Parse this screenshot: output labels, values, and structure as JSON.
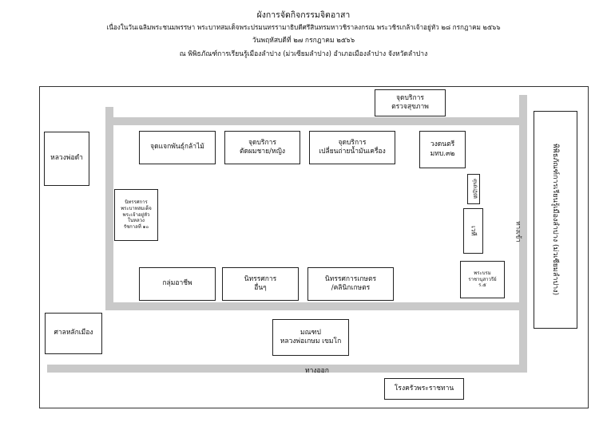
{
  "header": {
    "line1": "ผังการจัดกิจกรรมจิตอาสา",
    "line2": "เนื่องในวันเฉลิมพระชนมพรรษา พระบาทสมเด็จพระปรมนทรรามาธิบดีศรีสินทรมหาวชิราลงกรณ พระวชิรเกล้าเจ้าอยู่หัว ๒๘ กรกฎาคม ๒๕๖๖",
    "line3": "วันพฤหัสบดีที่ ๒๗ กรกฎาคม ๒๕๖๖",
    "line4": "ณ พิพิธภัณฑ์การเรียนรู้เมืองลำปาง (ม่วเซียมลำปาง) อำเภอเมืองลำปาง จังหวัดลำปาง"
  },
  "boxes": {
    "health_check": "จุดบริการ\nตรวจสุขภาพ",
    "luang_pho_dam": "หลวงพ่อดำ",
    "seedling": "จุดแจกพันธุ์กล้าไม้",
    "haircut": "จุดบริการ\nตัดผมชาย/หญิง",
    "oil_change": "จุดบริการ\nเปลี่ยนถ่ายน้ำมันเครื่อง",
    "band": "วงดนตรี\nมทบ.๓๒",
    "king_exhibit": "นิทรรศการ\nพระบาทสมเด็จ\nพระเจ้าอยู่หัว\nในหลวง\nรัชกาลที่ ๑๐",
    "small_tag": "ศูนย์ปฏิบัติ",
    "stage": "เวที",
    "portrait": "พระบรม\nราชานุสาวรีย์\nร.๕",
    "career_group": "กลุ่มอาชีพ",
    "other_exhibits": "นิทรรศการ\nอื่นๆ",
    "agri_exhibit": "นิทรรศการเกษตร\n/คลินิกเกษตร",
    "city_pillar": "ศาลหลักเมือง",
    "pavilion": "มณฑป\nหลวงพ่อเกษม เขมโก",
    "kitchen": "โรงครัวพระราชทาน",
    "museum": "พิพิธภัณฑ์การเรียนรู้เมืองลำปาง (ม่วเซียมลำปาง)"
  },
  "labels": {
    "entrance": "ทางเข้า",
    "exit": "ทางออก"
  }
}
